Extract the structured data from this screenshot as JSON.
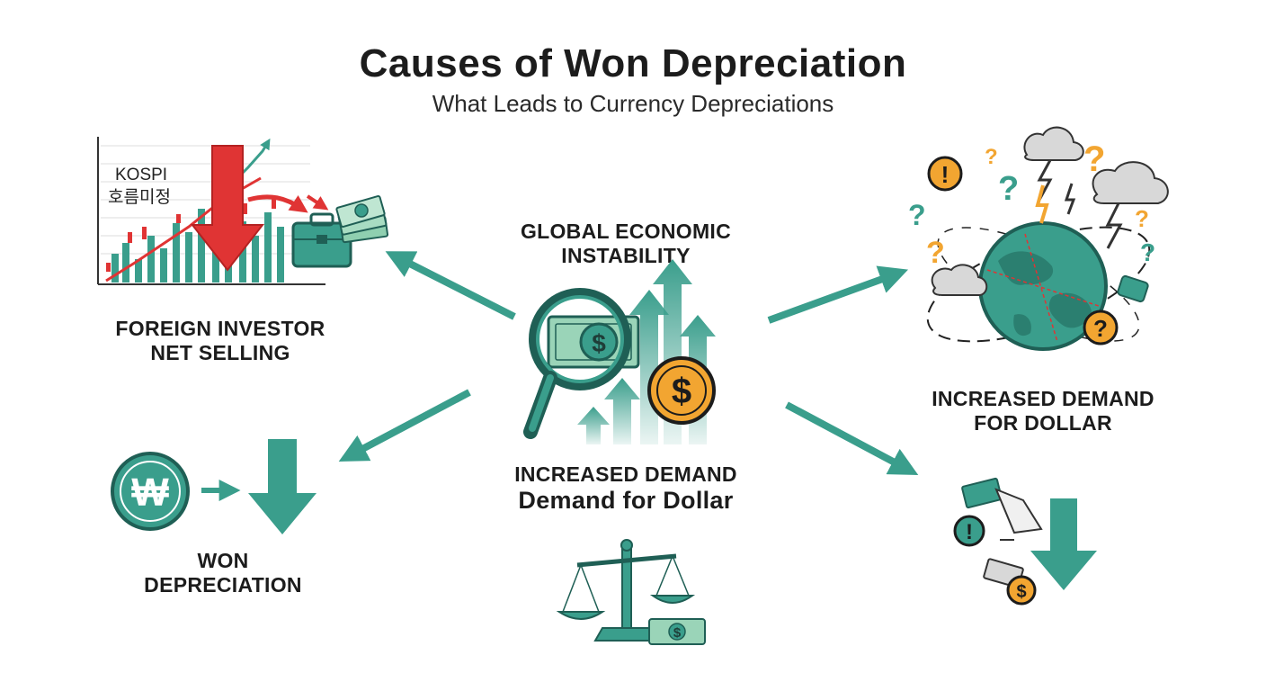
{
  "header": {
    "title": "Causes of Won Depreciation",
    "subtitle": "What Leads to Currency Depreciations"
  },
  "nodes": {
    "foreign_investor": {
      "line1": "FOREIGN INVESTOR",
      "line2": "NET SELLING",
      "chart_label1": "KOSPI",
      "chart_label2": "호름미정"
    },
    "global_instability": {
      "line1": "GLOBAL ECONOMIC",
      "line2": "INSTABILITY"
    },
    "center_demand": {
      "line1": "INCREASED DEMAND",
      "line2": "Demand for Dollar"
    },
    "dollar_demand": {
      "line1": "INCREASED DEMAND",
      "line2": "FOR DOLLAR"
    },
    "won_depreciation": {
      "line1": "WON",
      "line2": "DEPRECIATION",
      "symbol": "₩"
    }
  },
  "glyphs": {
    "dollar": "$",
    "question": "?",
    "exclamation": "!"
  },
  "colors": {
    "teal": "#3a9e8c",
    "teal_dark": "#1f5f55",
    "red": "#e03434",
    "gold": "#f2a531",
    "ink": "#1c1c1c"
  }
}
